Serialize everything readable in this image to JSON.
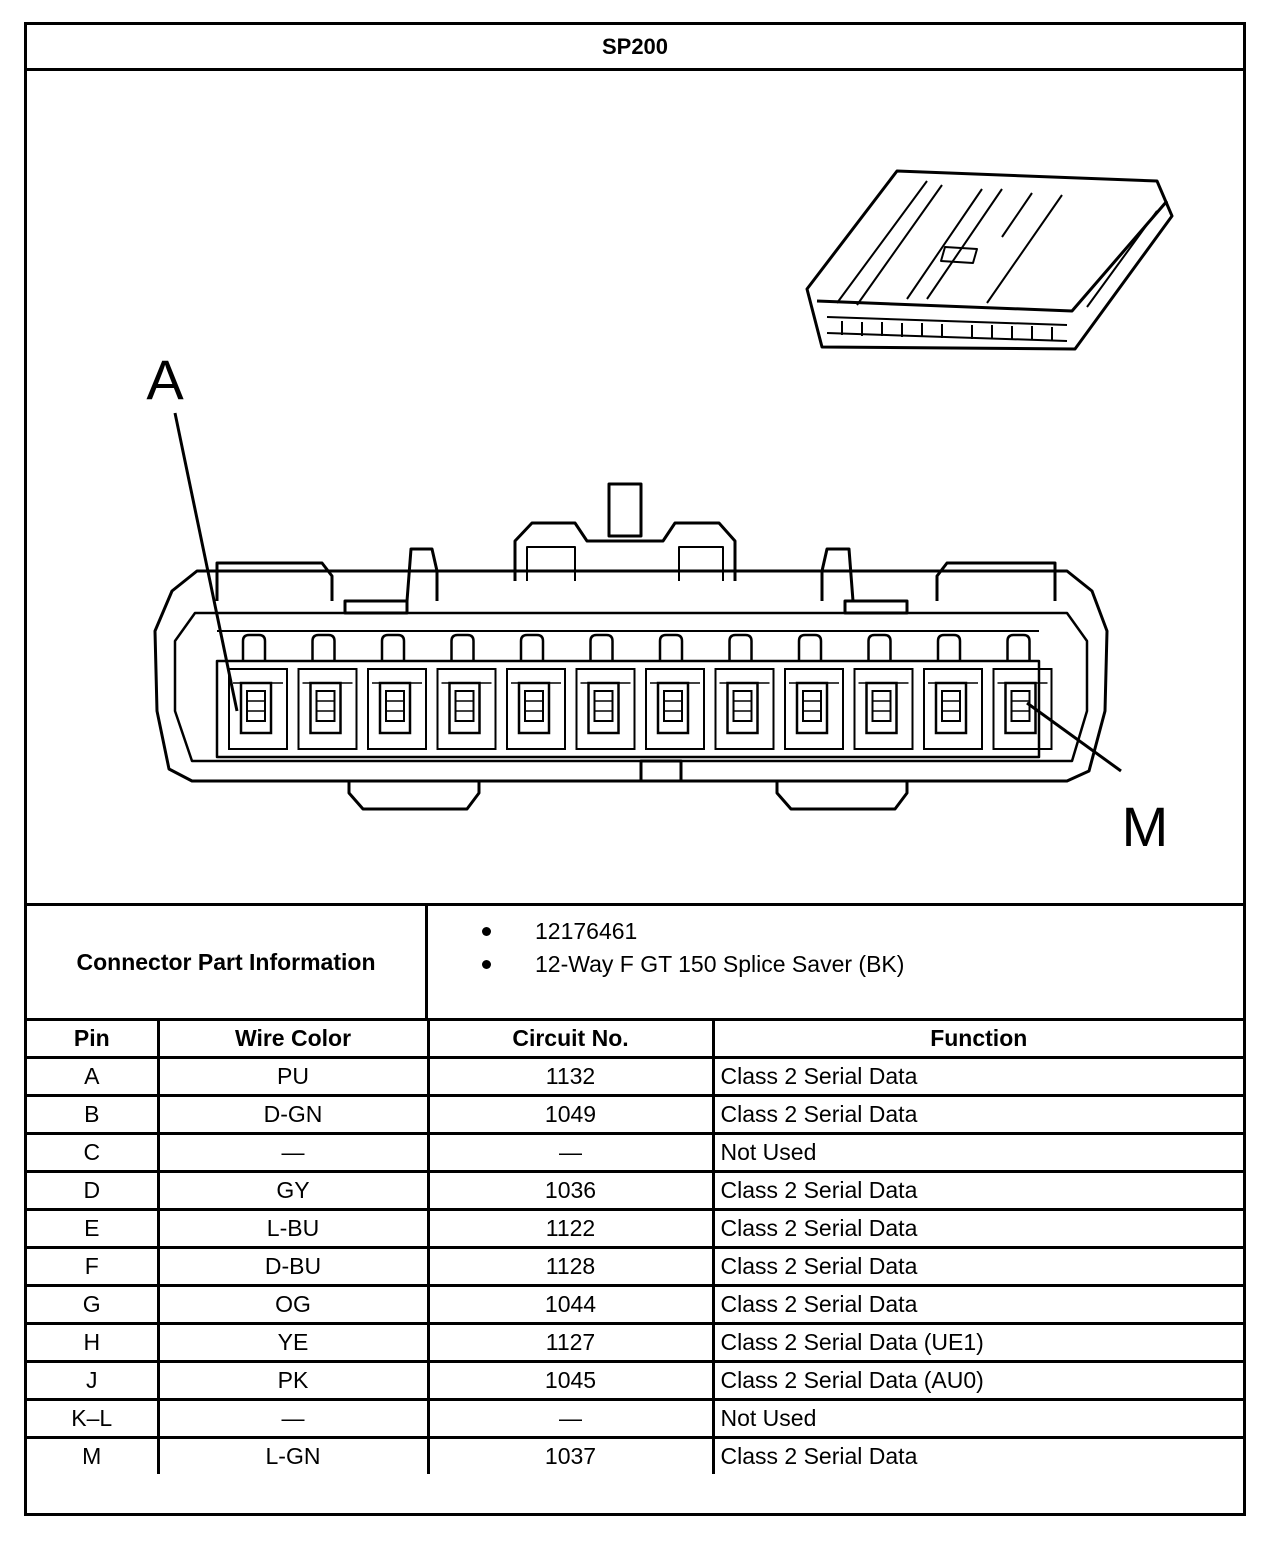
{
  "title": "SP200",
  "diagram": {
    "label_a": "A",
    "label_m": "M",
    "cavity_count": 12
  },
  "connector_info": {
    "label": "Connector Part Information",
    "items": [
      "12176461",
      "12-Way F GT 150 Splice Saver (BK)"
    ]
  },
  "table": {
    "headers": [
      "Pin",
      "Wire Color",
      "Circuit No.",
      "Function"
    ],
    "rows": [
      {
        "pin": "A",
        "color": "PU",
        "circuit": "1132",
        "function": "Class 2 Serial Data"
      },
      {
        "pin": "B",
        "color": "D-GN",
        "circuit": "1049",
        "function": "Class 2 Serial Data"
      },
      {
        "pin": "C",
        "color": "—",
        "circuit": "—",
        "function": "Not Used"
      },
      {
        "pin": "D",
        "color": "GY",
        "circuit": "1036",
        "function": "Class 2 Serial Data"
      },
      {
        "pin": "E",
        "color": "L-BU",
        "circuit": "1122",
        "function": "Class 2 Serial Data"
      },
      {
        "pin": "F",
        "color": "D-BU",
        "circuit": "1128",
        "function": "Class 2 Serial Data"
      },
      {
        "pin": "G",
        "color": "OG",
        "circuit": "1044",
        "function": "Class 2 Serial Data"
      },
      {
        "pin": "H",
        "color": "YE",
        "circuit": "1127",
        "function": "Class 2 Serial Data (UE1)"
      },
      {
        "pin": "J",
        "color": "PK",
        "circuit": "1045",
        "function": "Class 2 Serial Data (AU0)"
      },
      {
        "pin": "K–L",
        "color": "—",
        "circuit": "—",
        "function": "Not Used"
      },
      {
        "pin": "M",
        "color": "L-GN",
        "circuit": "1037",
        "function": "Class 2 Serial Data"
      }
    ]
  }
}
